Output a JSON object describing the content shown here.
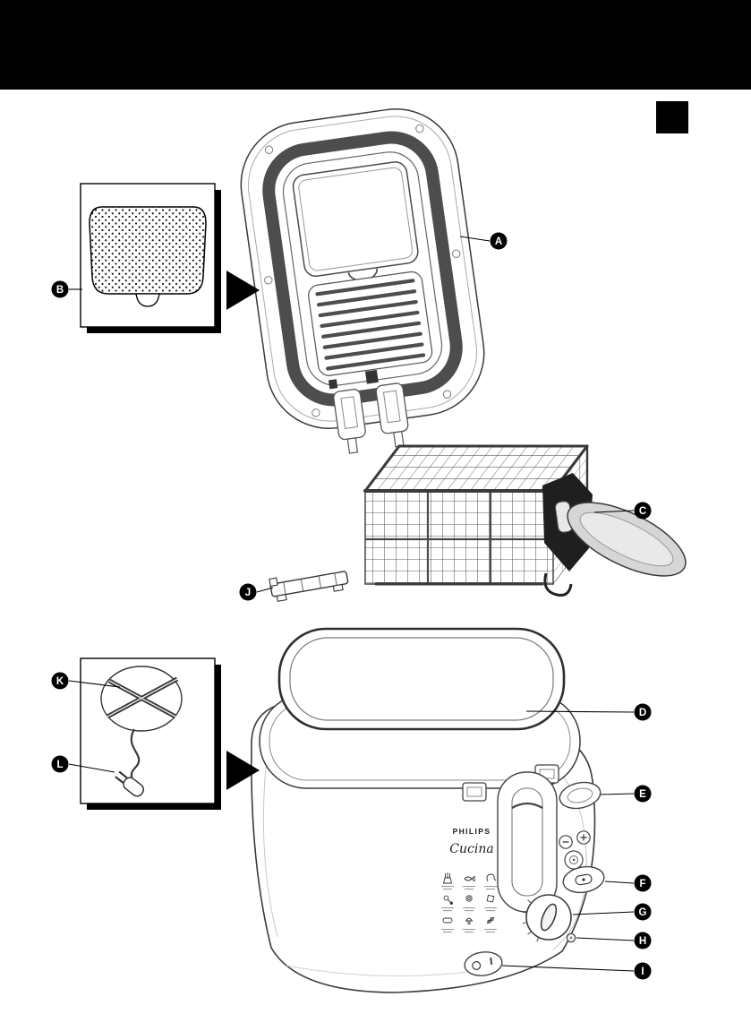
{
  "page": {
    "bg": "#ffffff",
    "header_color": "#000000"
  },
  "callouts": {
    "A": "A",
    "B": "B",
    "C": "C",
    "D": "D",
    "E": "E",
    "F": "F",
    "G": "G",
    "H": "H",
    "I": "I",
    "J": "J",
    "K": "K",
    "L": "L"
  },
  "brand": {
    "name": "PHILIPS",
    "line": "Cucina"
  },
  "colors": {
    "outline": "#3a3a3a",
    "gasket": "#4d4d4d",
    "handle_gray": "#d6d6d6",
    "black": "#000000"
  }
}
